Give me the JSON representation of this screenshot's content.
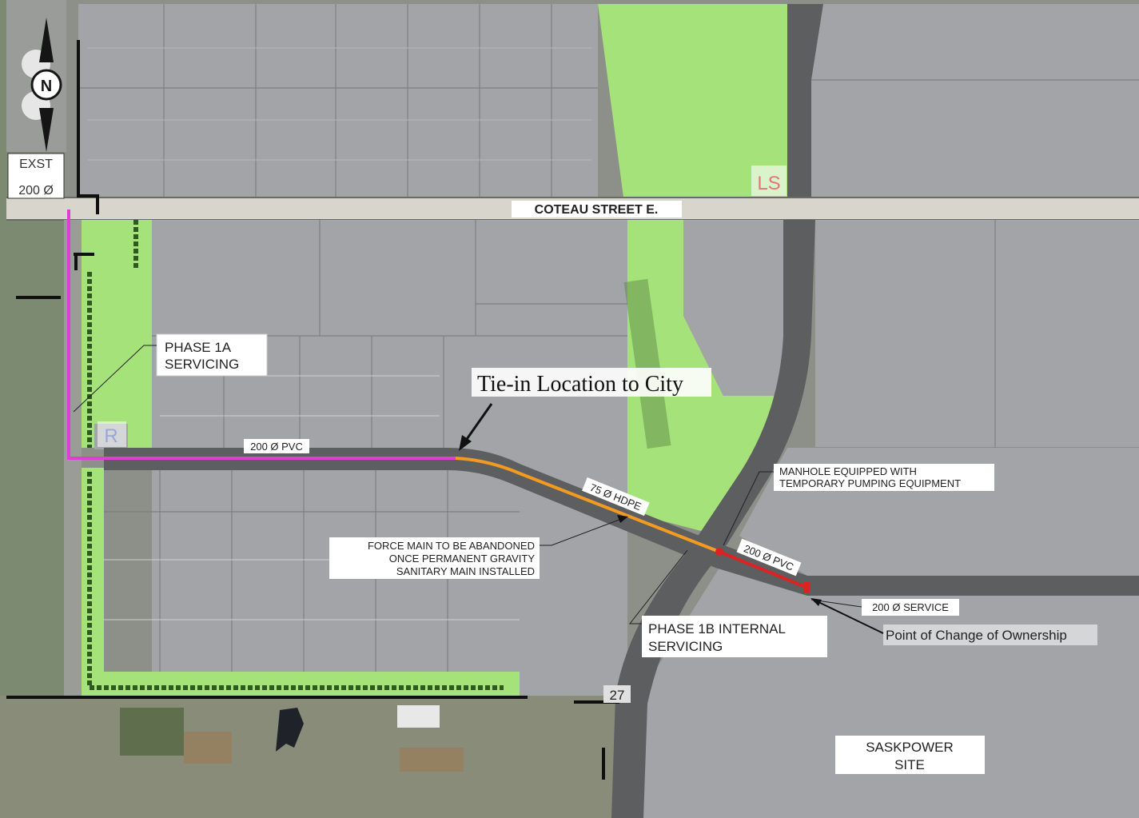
{
  "labels": {
    "exst": "EXST",
    "exst_size": "200 Ø",
    "north": "N",
    "street": "COTEAU STREET E.",
    "ls": "LS",
    "r": "R",
    "phase1a_line1": "PHASE 1A",
    "phase1a_line2": "SERVICING",
    "tiein": "Tie-in  Location  to City",
    "pvc_west": "200 Ø PVC",
    "hdpe": "75 Ø HDPE",
    "pvc_east": "200 Ø PVC",
    "manhole_line1": "MANHOLE EQUIPPED WITH",
    "manhole_line2": "TEMPORARY PUMPING EQUIPMENT",
    "force_line1": "FORCE MAIN TO BE ABANDONED",
    "force_line2": "ONCE PERMANENT GRAVITY",
    "force_line3": "SANITARY MAIN INSTALLED",
    "service": "200 Ø SERVICE",
    "ownership": "Point of Change of Ownership",
    "phase1b_line1": "PHASE 1B INTERNAL",
    "phase1b_line2": "SERVICING",
    "saskpower_line1": "SASKPOWER",
    "saskpower_line2": "SITE",
    "highway": "27"
  },
  "colors": {
    "green_space": "#a6e27a",
    "lot_gray": "#a3a4a7",
    "road": "#5d5e5f",
    "phase1a_line": "#e23bd7",
    "hdpe_line": "#f39a22",
    "pvc_east_line": "#dc2222",
    "ls_text": "#e8737a",
    "r_text": "#9aa6d6"
  }
}
